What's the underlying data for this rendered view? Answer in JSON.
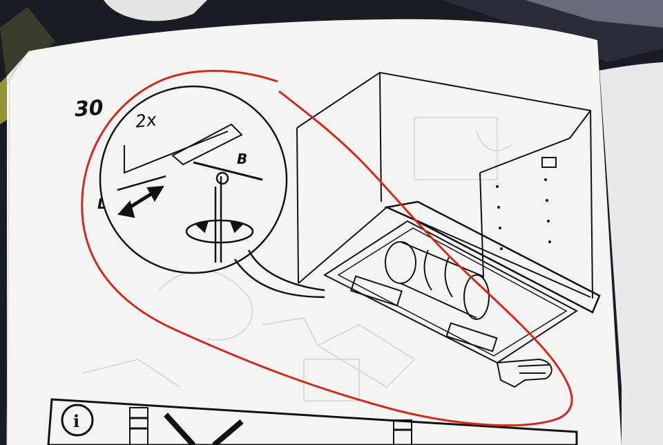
{
  "manual": {
    "step_number": "30",
    "callout_quantity": "2x",
    "label_b": "B",
    "label_l": "L"
  },
  "colors": {
    "page": "#f4f4f2",
    "ink": "#111111",
    "faint_ink": "#cfcfcf",
    "annotation_red": "#d1291f",
    "background": "#1a1c24"
  },
  "icons": [
    "info-icon",
    "double-arrow-icon",
    "screwdriver-icon",
    "rotate-arrow-icon",
    "pointing-hand-icon"
  ]
}
